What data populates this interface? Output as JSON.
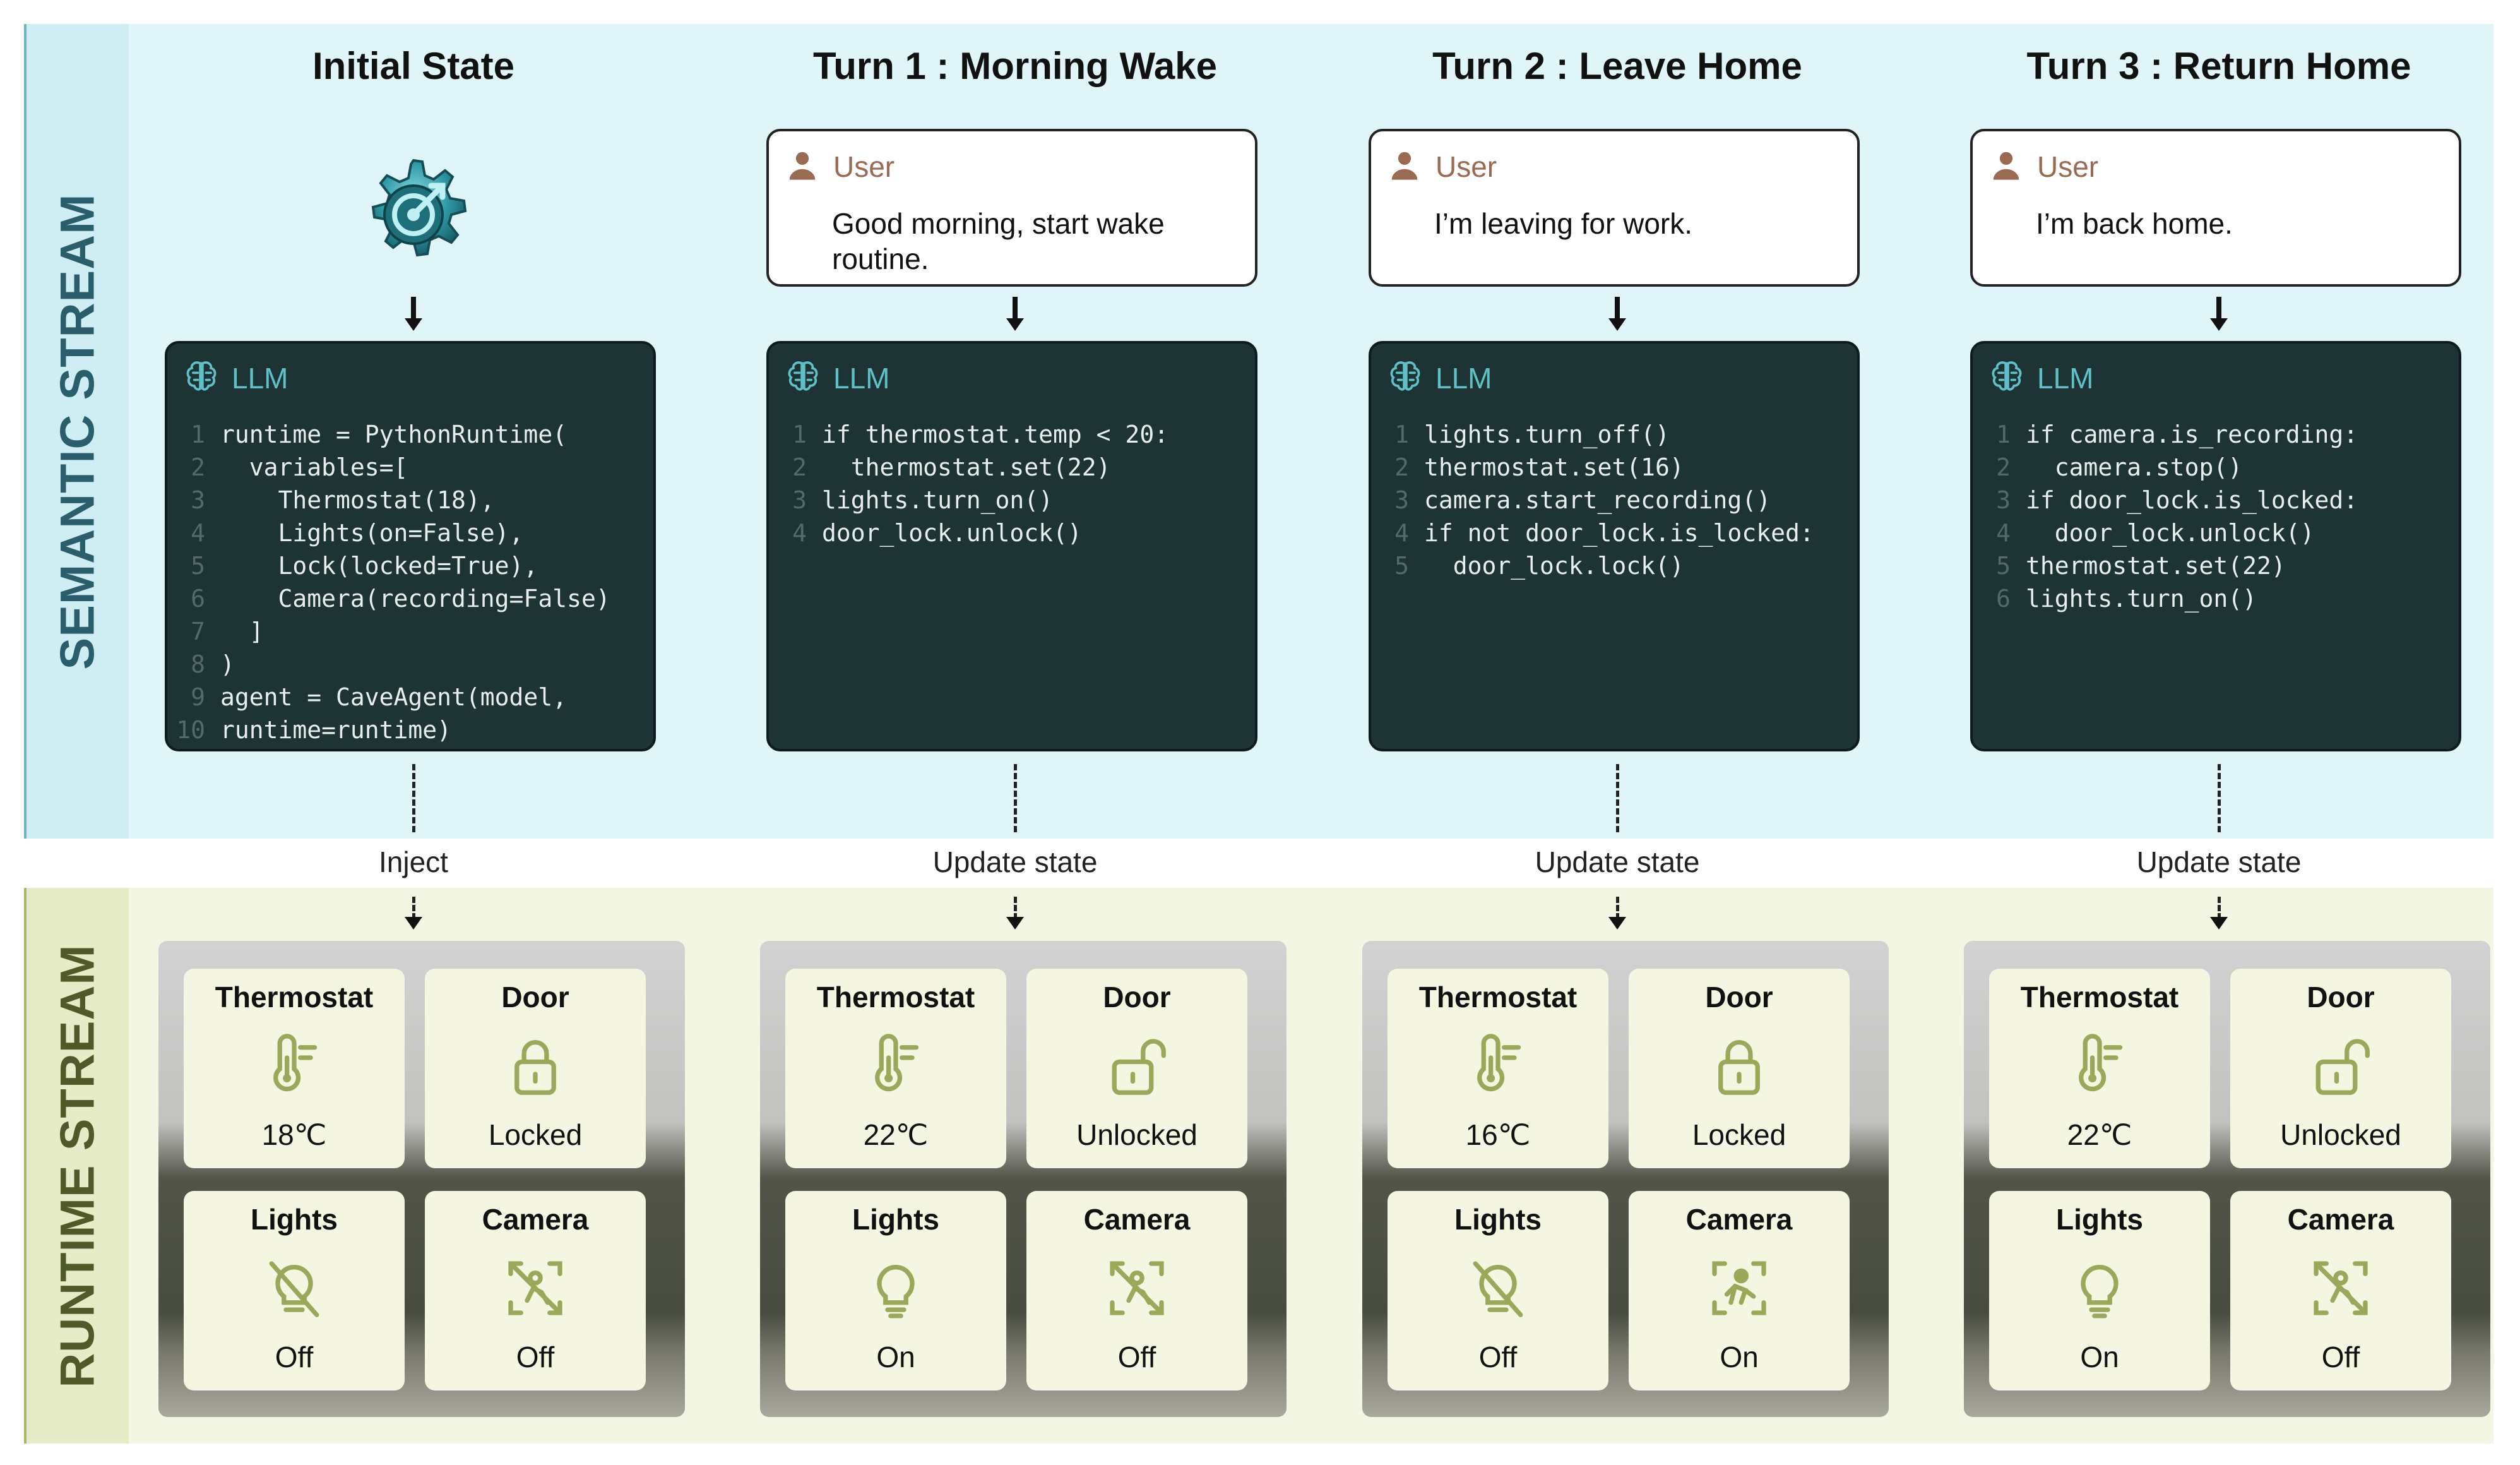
{
  "streams": {
    "semantic": "SEMANTIC STREAM",
    "runtime": "RUNTIME STREAM"
  },
  "columns": [
    {
      "title": "Initial State",
      "kind": "initial",
      "icon": "gear-icon",
      "llm_label": "LLM",
      "code": [
        "runtime = PythonRuntime(",
        "  variables=[",
        "    Thermostat(18),",
        "    Lights(on=False),",
        "    Lock(locked=True),",
        "    Camera(recording=False)",
        "  ]",
        ")",
        "agent = CaveAgent(model,",
        "runtime=runtime)"
      ],
      "transition": "Inject",
      "devices": [
        {
          "name": "Thermostat",
          "icon": "thermometer-icon",
          "value": "18℃"
        },
        {
          "name": "Door",
          "icon": "lock-closed-icon",
          "value": "Locked"
        },
        {
          "name": "Lights",
          "icon": "lightbulb-off-icon",
          "value": "Off"
        },
        {
          "name": "Camera",
          "icon": "camera-off-icon",
          "value": "Off"
        }
      ]
    },
    {
      "title": "Turn 1 : Morning Wake",
      "kind": "turn",
      "user_label": "User",
      "user_message": "Good morning, start wake routine.",
      "llm_label": "LLM",
      "code": [
        "if thermostat.temp < 20:",
        "  thermostat.set(22)",
        "lights.turn_on()",
        "door_lock.unlock()"
      ],
      "transition": "Update state",
      "devices": [
        {
          "name": "Thermostat",
          "icon": "thermometer-icon",
          "value": "22℃"
        },
        {
          "name": "Door",
          "icon": "lock-open-icon",
          "value": "Unlocked"
        },
        {
          "name": "Lights",
          "icon": "lightbulb-icon",
          "value": "On"
        },
        {
          "name": "Camera",
          "icon": "camera-off-icon",
          "value": "Off"
        }
      ]
    },
    {
      "title": "Turn 2 : Leave Home",
      "kind": "turn",
      "user_label": "User",
      "user_message": "I’m leaving for work.",
      "llm_label": "LLM",
      "code": [
        "lights.turn_off()",
        "thermostat.set(16)",
        "camera.start_recording()",
        "if not door_lock.is_locked:",
        "  door_lock.lock()"
      ],
      "transition": "Update state",
      "devices": [
        {
          "name": "Thermostat",
          "icon": "thermometer-icon",
          "value": "16℃"
        },
        {
          "name": "Door",
          "icon": "lock-closed-icon",
          "value": "Locked"
        },
        {
          "name": "Lights",
          "icon": "lightbulb-off-icon",
          "value": "Off"
        },
        {
          "name": "Camera",
          "icon": "camera-on-icon",
          "value": "On"
        }
      ]
    },
    {
      "title": "Turn 3 : Return Home",
      "kind": "turn",
      "user_label": "User",
      "user_message": "I’m back home.",
      "llm_label": "LLM",
      "code": [
        "if camera.is_recording:",
        "  camera.stop()",
        "if door_lock.is_locked:",
        "  door_lock.unlock()",
        "thermostat.set(22)",
        "lights.turn_on()"
      ],
      "transition": "Update state",
      "devices": [
        {
          "name": "Thermostat",
          "icon": "thermometer-icon",
          "value": "22℃"
        },
        {
          "name": "Door",
          "icon": "lock-open-icon",
          "value": "Unlocked"
        },
        {
          "name": "Lights",
          "icon": "lightbulb-icon",
          "value": "On"
        },
        {
          "name": "Camera",
          "icon": "camera-off-icon",
          "value": "Off"
        }
      ]
    }
  ],
  "colors": {
    "semantic_band": "#e0f5f8",
    "runtime_band": "#f3f6e2",
    "llm_panel": "#1d3334",
    "llm_label": "#5fc0c7",
    "user_label": "#9b6a52",
    "device_icon": "#9aa85a"
  }
}
